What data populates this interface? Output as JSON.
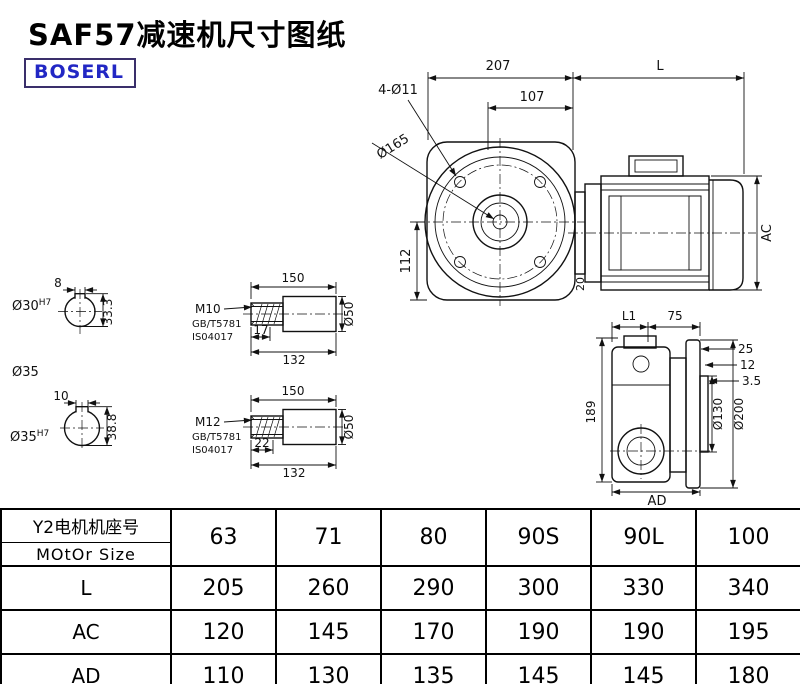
{
  "page": {
    "title": "SAF57减速机尺寸图纸",
    "logo": "BOSERL"
  },
  "main_view": {
    "dim_width": "207",
    "dim_motor_length": "L",
    "dim_107": "107",
    "dim_bolt_holes": "4-Ø11",
    "dim_flange_dia": "Ø165",
    "dim_112": "112",
    "dim_motor_dia": "AC",
    "dim_20": "20"
  },
  "side_view": {
    "dim_l1": "L1",
    "dim_75": "75",
    "dim_25": "25",
    "dim_12": "12",
    "dim_3_5": "3.5",
    "dim_height": "189",
    "dim_spigot_dia": "Ø130",
    "dim_flange_dia": "Ø200",
    "dim_ad": "AD"
  },
  "bore_section_1": {
    "key_width": "8",
    "bore": "Ø30",
    "tolerance": "H7",
    "key_height": "33.3"
  },
  "bore_label_2": "Ø35",
  "bore_section_2": {
    "key_width": "10",
    "bore": "Ø35",
    "tolerance": "H7",
    "key_height": "38.8"
  },
  "shaft_end_1": {
    "length": "150",
    "thread": "M10",
    "standard_1": "GB/T5781",
    "standard_2": "IS04017",
    "thread_length": "17",
    "body_length": "132",
    "diameter": "Ø50"
  },
  "shaft_end_2": {
    "length": "150",
    "thread": "M12",
    "standard_1": "GB/T5781",
    "standard_2": "IS04017",
    "thread_length": "22",
    "body_length": "132",
    "diameter": "Ø50"
  },
  "table": {
    "header": {
      "label_cn": "Y2电机机座号",
      "label_en": "MOtOr Size",
      "values": [
        "63",
        "71",
        "80",
        "90S",
        "90L",
        "100"
      ]
    },
    "rows": [
      {
        "label": "L",
        "values": [
          "205",
          "260",
          "290",
          "300",
          "330",
          "340"
        ]
      },
      {
        "label": "AC",
        "values": [
          "120",
          "145",
          "170",
          "190",
          "190",
          "195"
        ]
      },
      {
        "label": "AD",
        "values": [
          "110",
          "130",
          "135",
          "145",
          "145",
          "180"
        ]
      }
    ]
  }
}
